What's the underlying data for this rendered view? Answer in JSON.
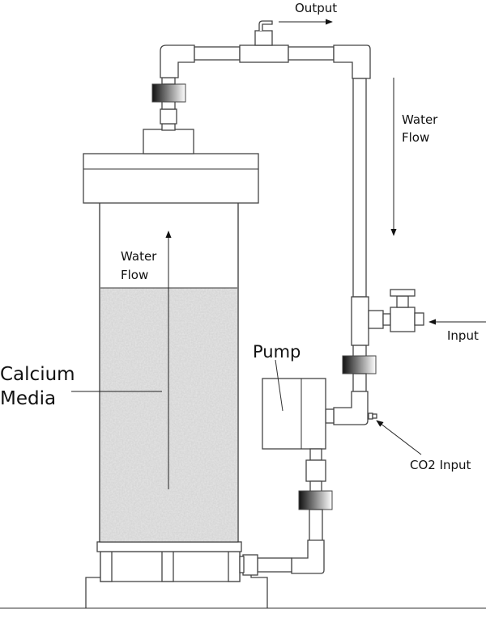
{
  "diagram": {
    "title": "Calcium reactor plumbing diagram",
    "labels": {
      "output": "Output",
      "water_flow_right_1": "Water",
      "water_flow_right_2": "Flow",
      "water_flow_inner_1": "Water",
      "water_flow_inner_2": "Flow",
      "calcium_media_1": "Calcium",
      "calcium_media_2": "Media",
      "pump": "Pump",
      "input": "Input",
      "co2_input": "CO2 Input"
    },
    "colors": {
      "line": "#444444",
      "media_fill": "#d9d9d9",
      "union_dark": "#111111",
      "union_light": "#ffffff"
    }
  }
}
